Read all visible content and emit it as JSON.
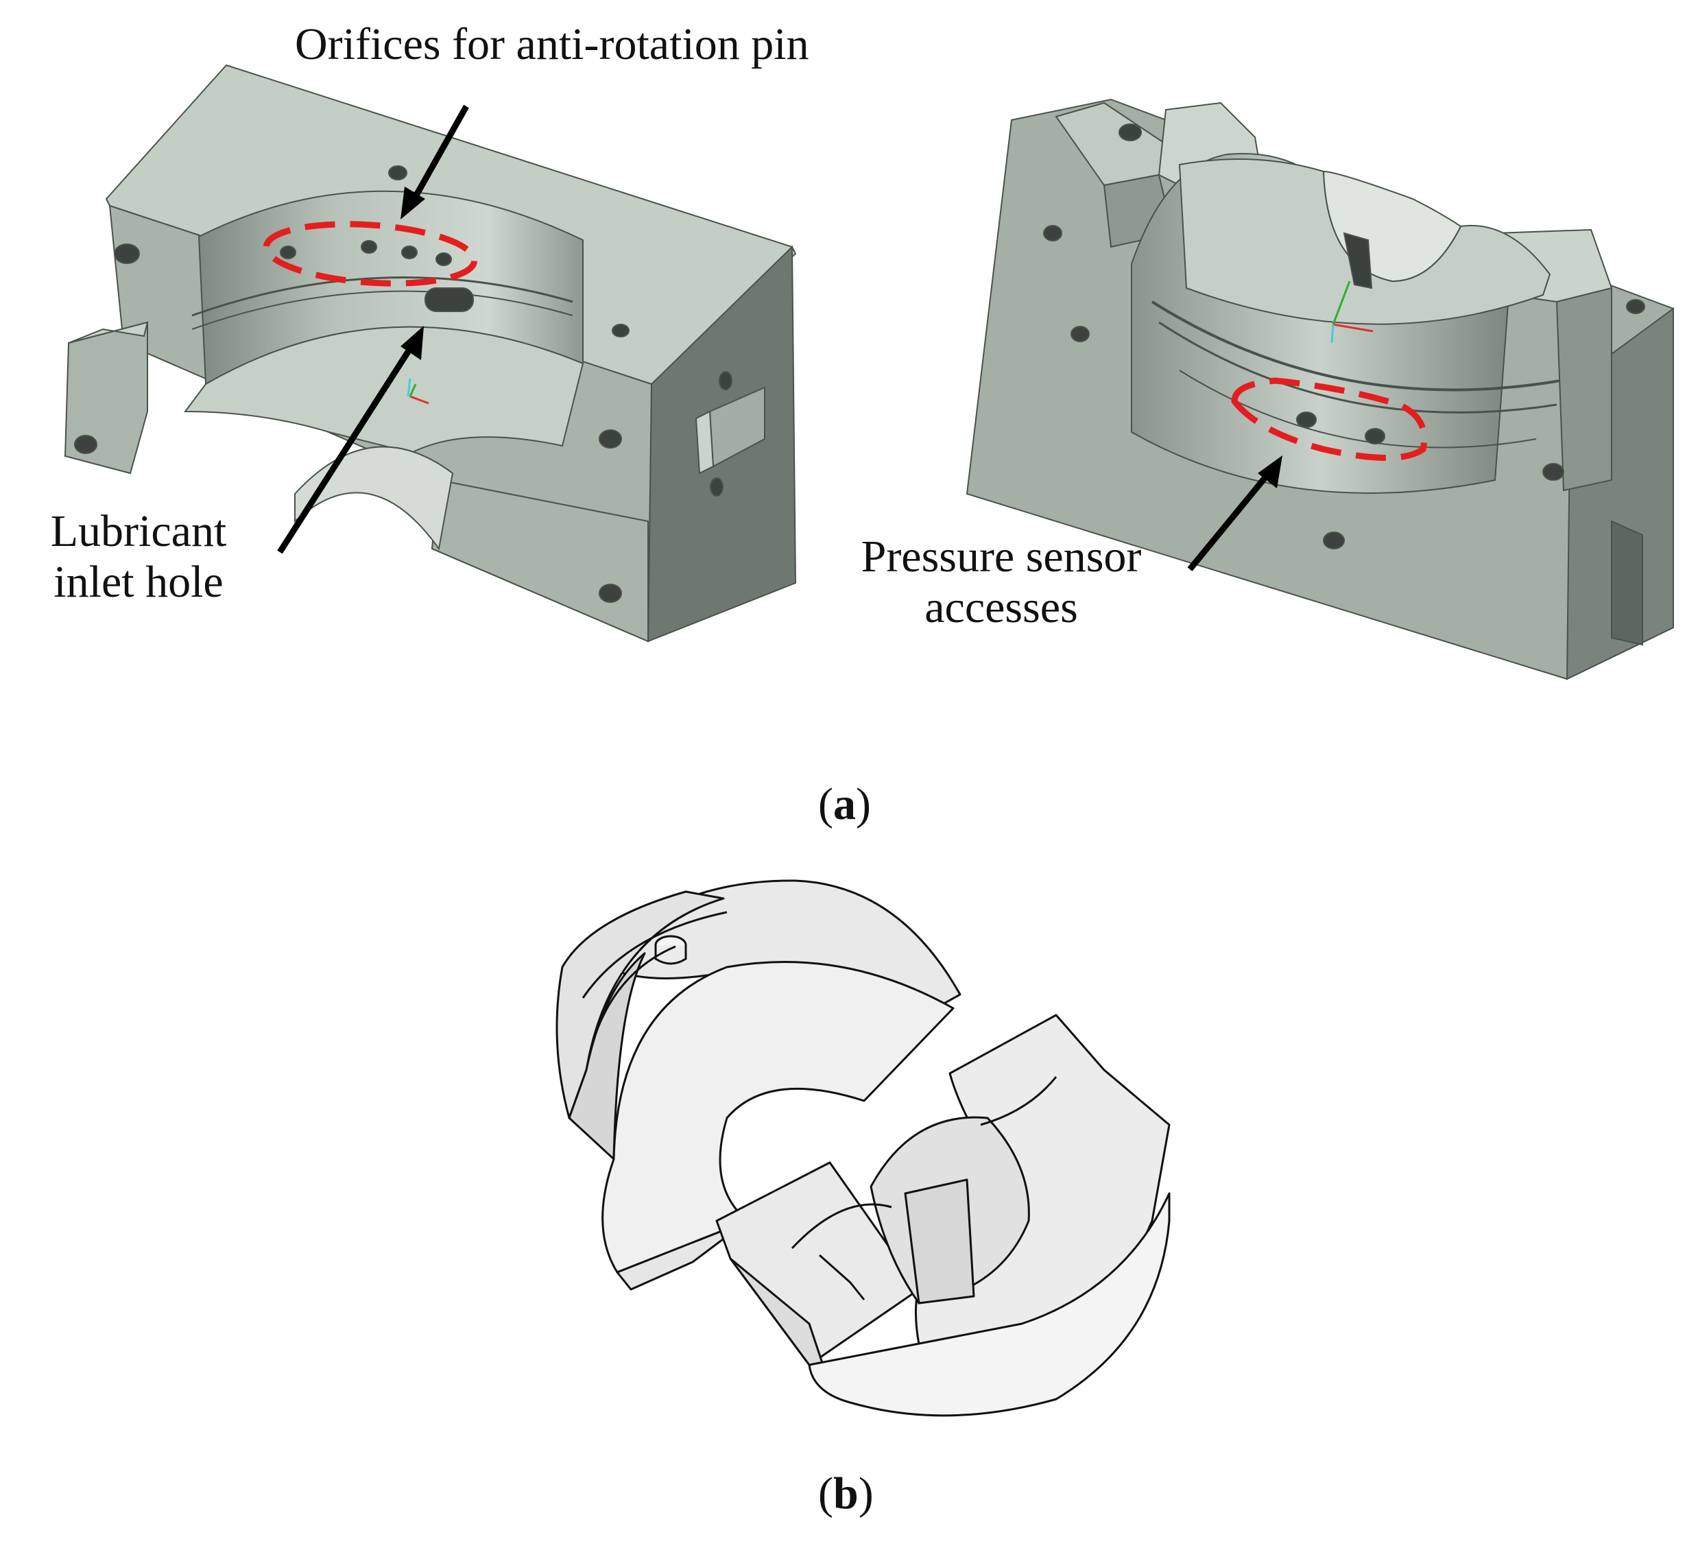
{
  "panel_a": {
    "annotations": {
      "orifices": "Orifices for anti-rotation pin",
      "lubricant_line1": "Lubricant",
      "lubricant_line2": "inlet hole",
      "pressure_line1": "Pressure sensor",
      "pressure_line2": "accesses"
    },
    "caption_letter": "a",
    "highlight_color": "#e41e1e",
    "part_color": "#b9c6bb"
  },
  "panel_b": {
    "caption_letter": "b",
    "part_color": "#eeeeee"
  }
}
